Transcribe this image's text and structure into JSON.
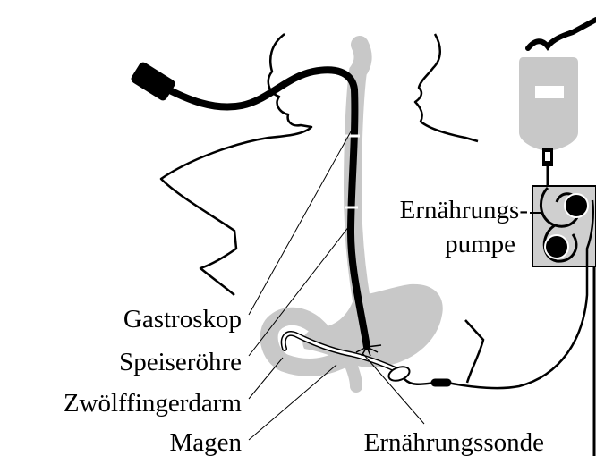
{
  "labels": {
    "gastroskop": "Gastroskop",
    "speiseroehre": "Speiseröhre",
    "zwoelffingerdarm": "Zwölffingerdarm",
    "magen": "Magen",
    "ernaehrungssonde": "Ernährungssonde",
    "pumpe_line1": "Ernährungs-",
    "pumpe_line2": "pumpe"
  },
  "colors": {
    "outline": "#000000",
    "organ_gray": "#c8c8c8",
    "pump_gray": "#cfcfcf",
    "tube_white": "#ffffff"
  }
}
